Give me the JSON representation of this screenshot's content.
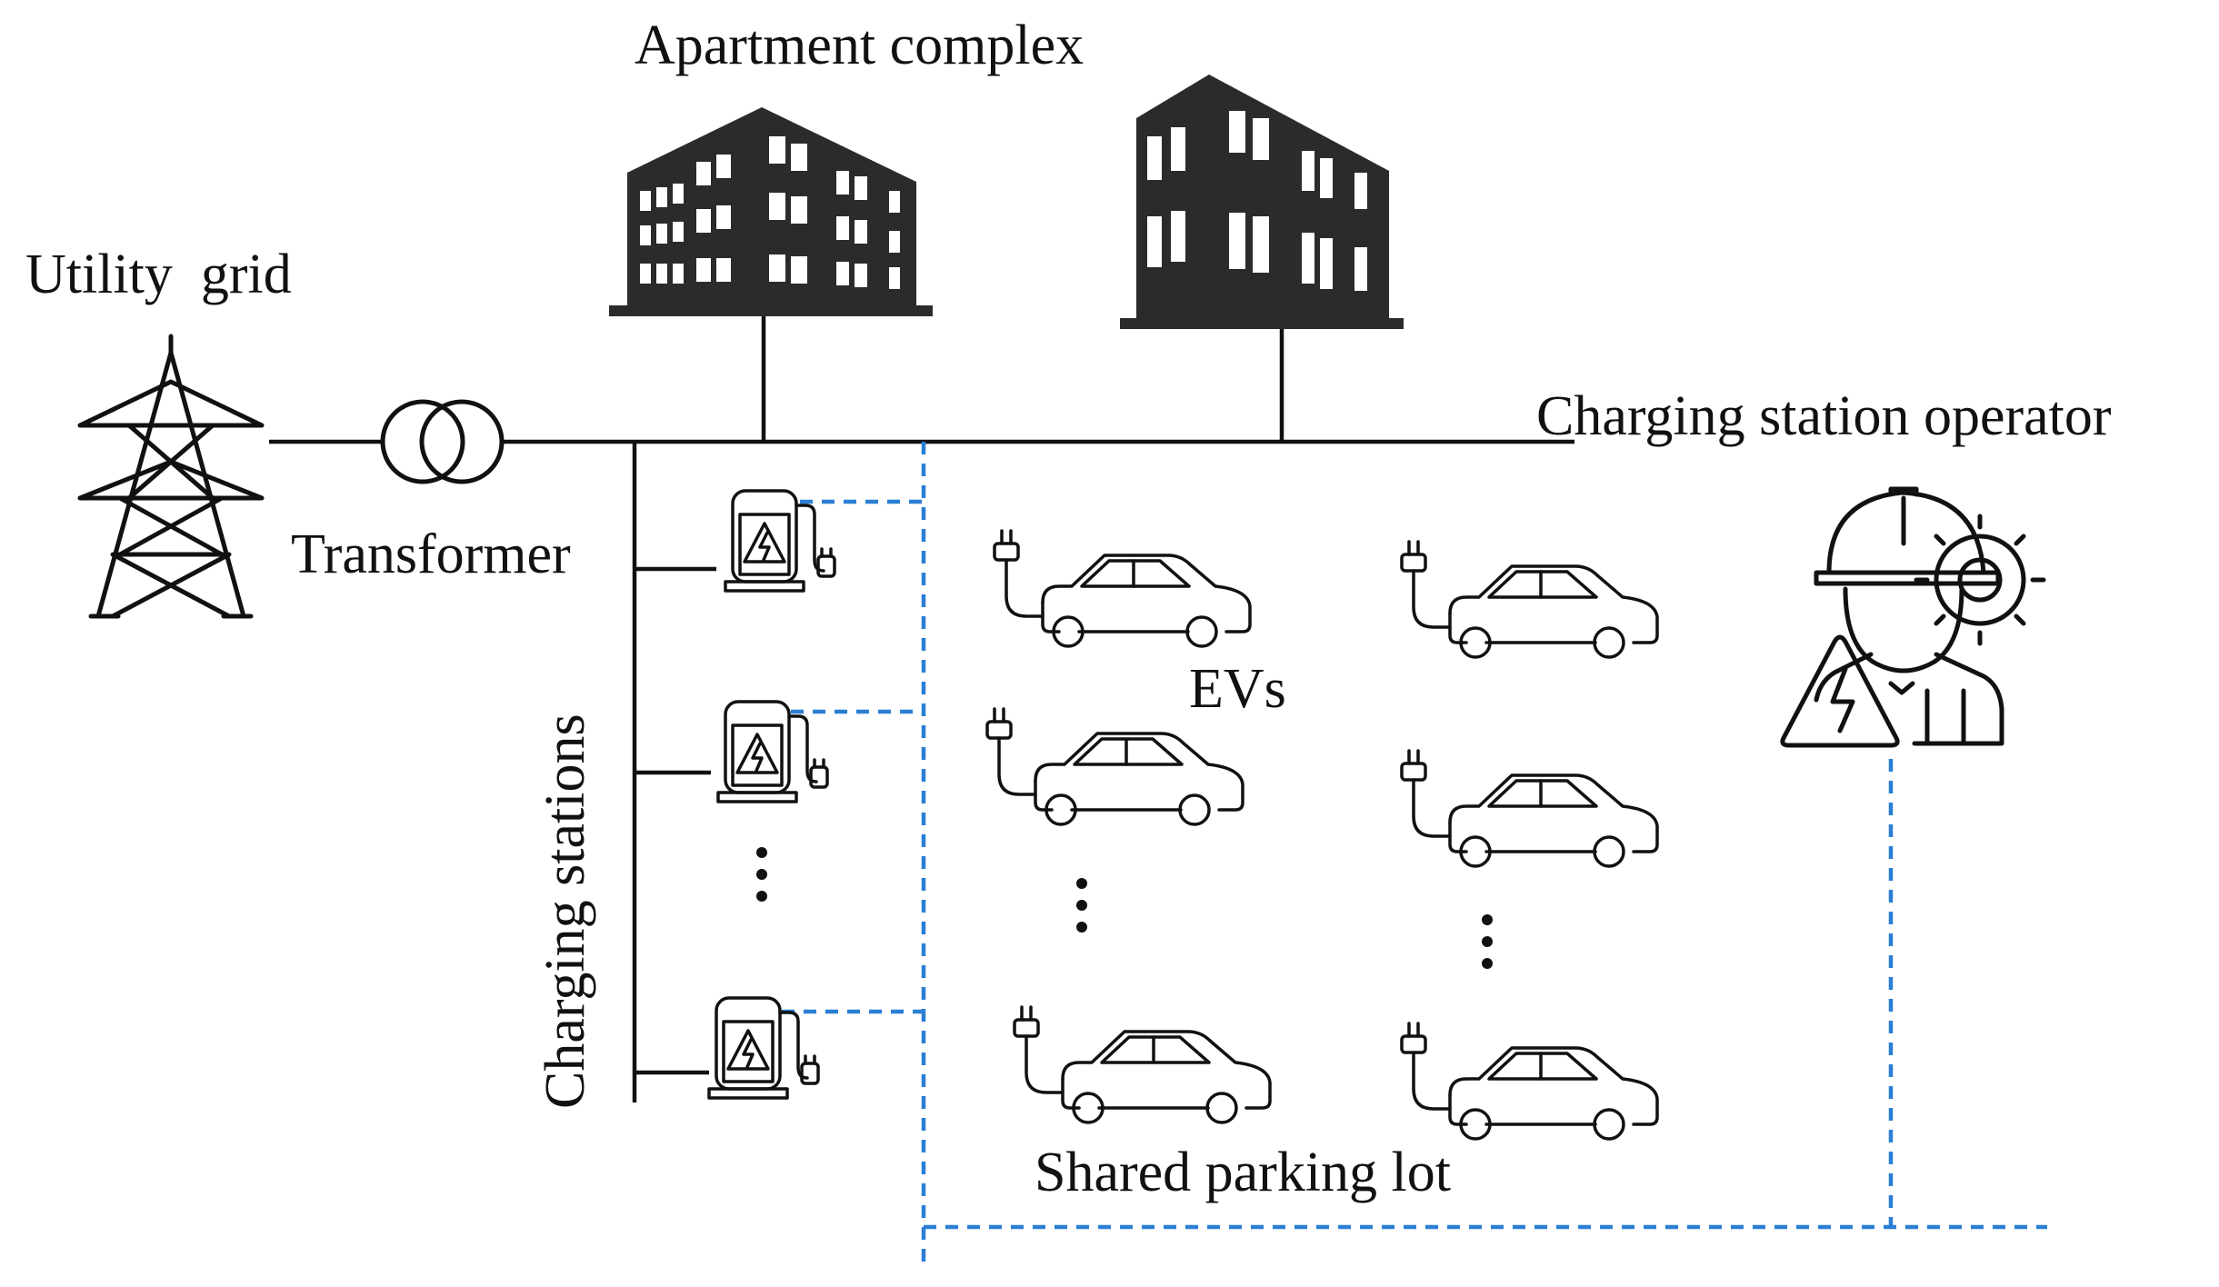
{
  "labels": {
    "apartment_complex": "Apartment complex",
    "utility_grid": "Utility  grid",
    "transformer": "Transformer",
    "charging_station_operator": "Charging station operator",
    "evs": "EVs",
    "charging_stations": "Charging stations",
    "shared_parking_lot": "Shared parking lot"
  },
  "icons": {
    "tower": "transmission-tower-icon",
    "transformer": "transformer-icon",
    "building": "apartment-building-icon",
    "charger": "charging-station-icon",
    "car": "electric-car-icon",
    "operator": "operator-worker-icon"
  },
  "colors": {
    "power_line": "#111111",
    "communication_line": "#2a7fd4",
    "building_fill": "#2b2b2b"
  }
}
